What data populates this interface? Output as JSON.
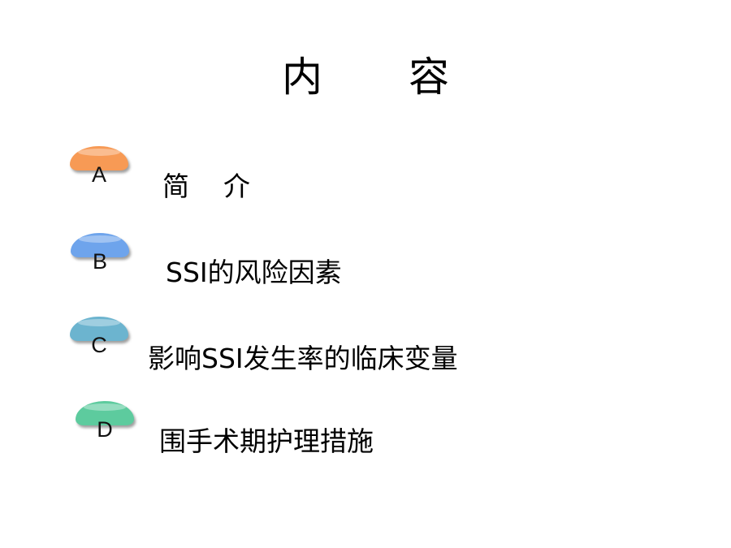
{
  "slide": {
    "title": "内 容",
    "items": [
      {
        "letter": "A",
        "label": "简    介",
        "color": "#f79a55"
      },
      {
        "letter": "B",
        "label": "SSI的风险因素",
        "color": "#6ea4ec"
      },
      {
        "letter": "C",
        "label": "影响SSI发生率的临床变量",
        "color": "#6cb4cf"
      },
      {
        "letter": "D",
        "label": "围手术期护理措施",
        "color": "#5dcb9e"
      }
    ]
  }
}
